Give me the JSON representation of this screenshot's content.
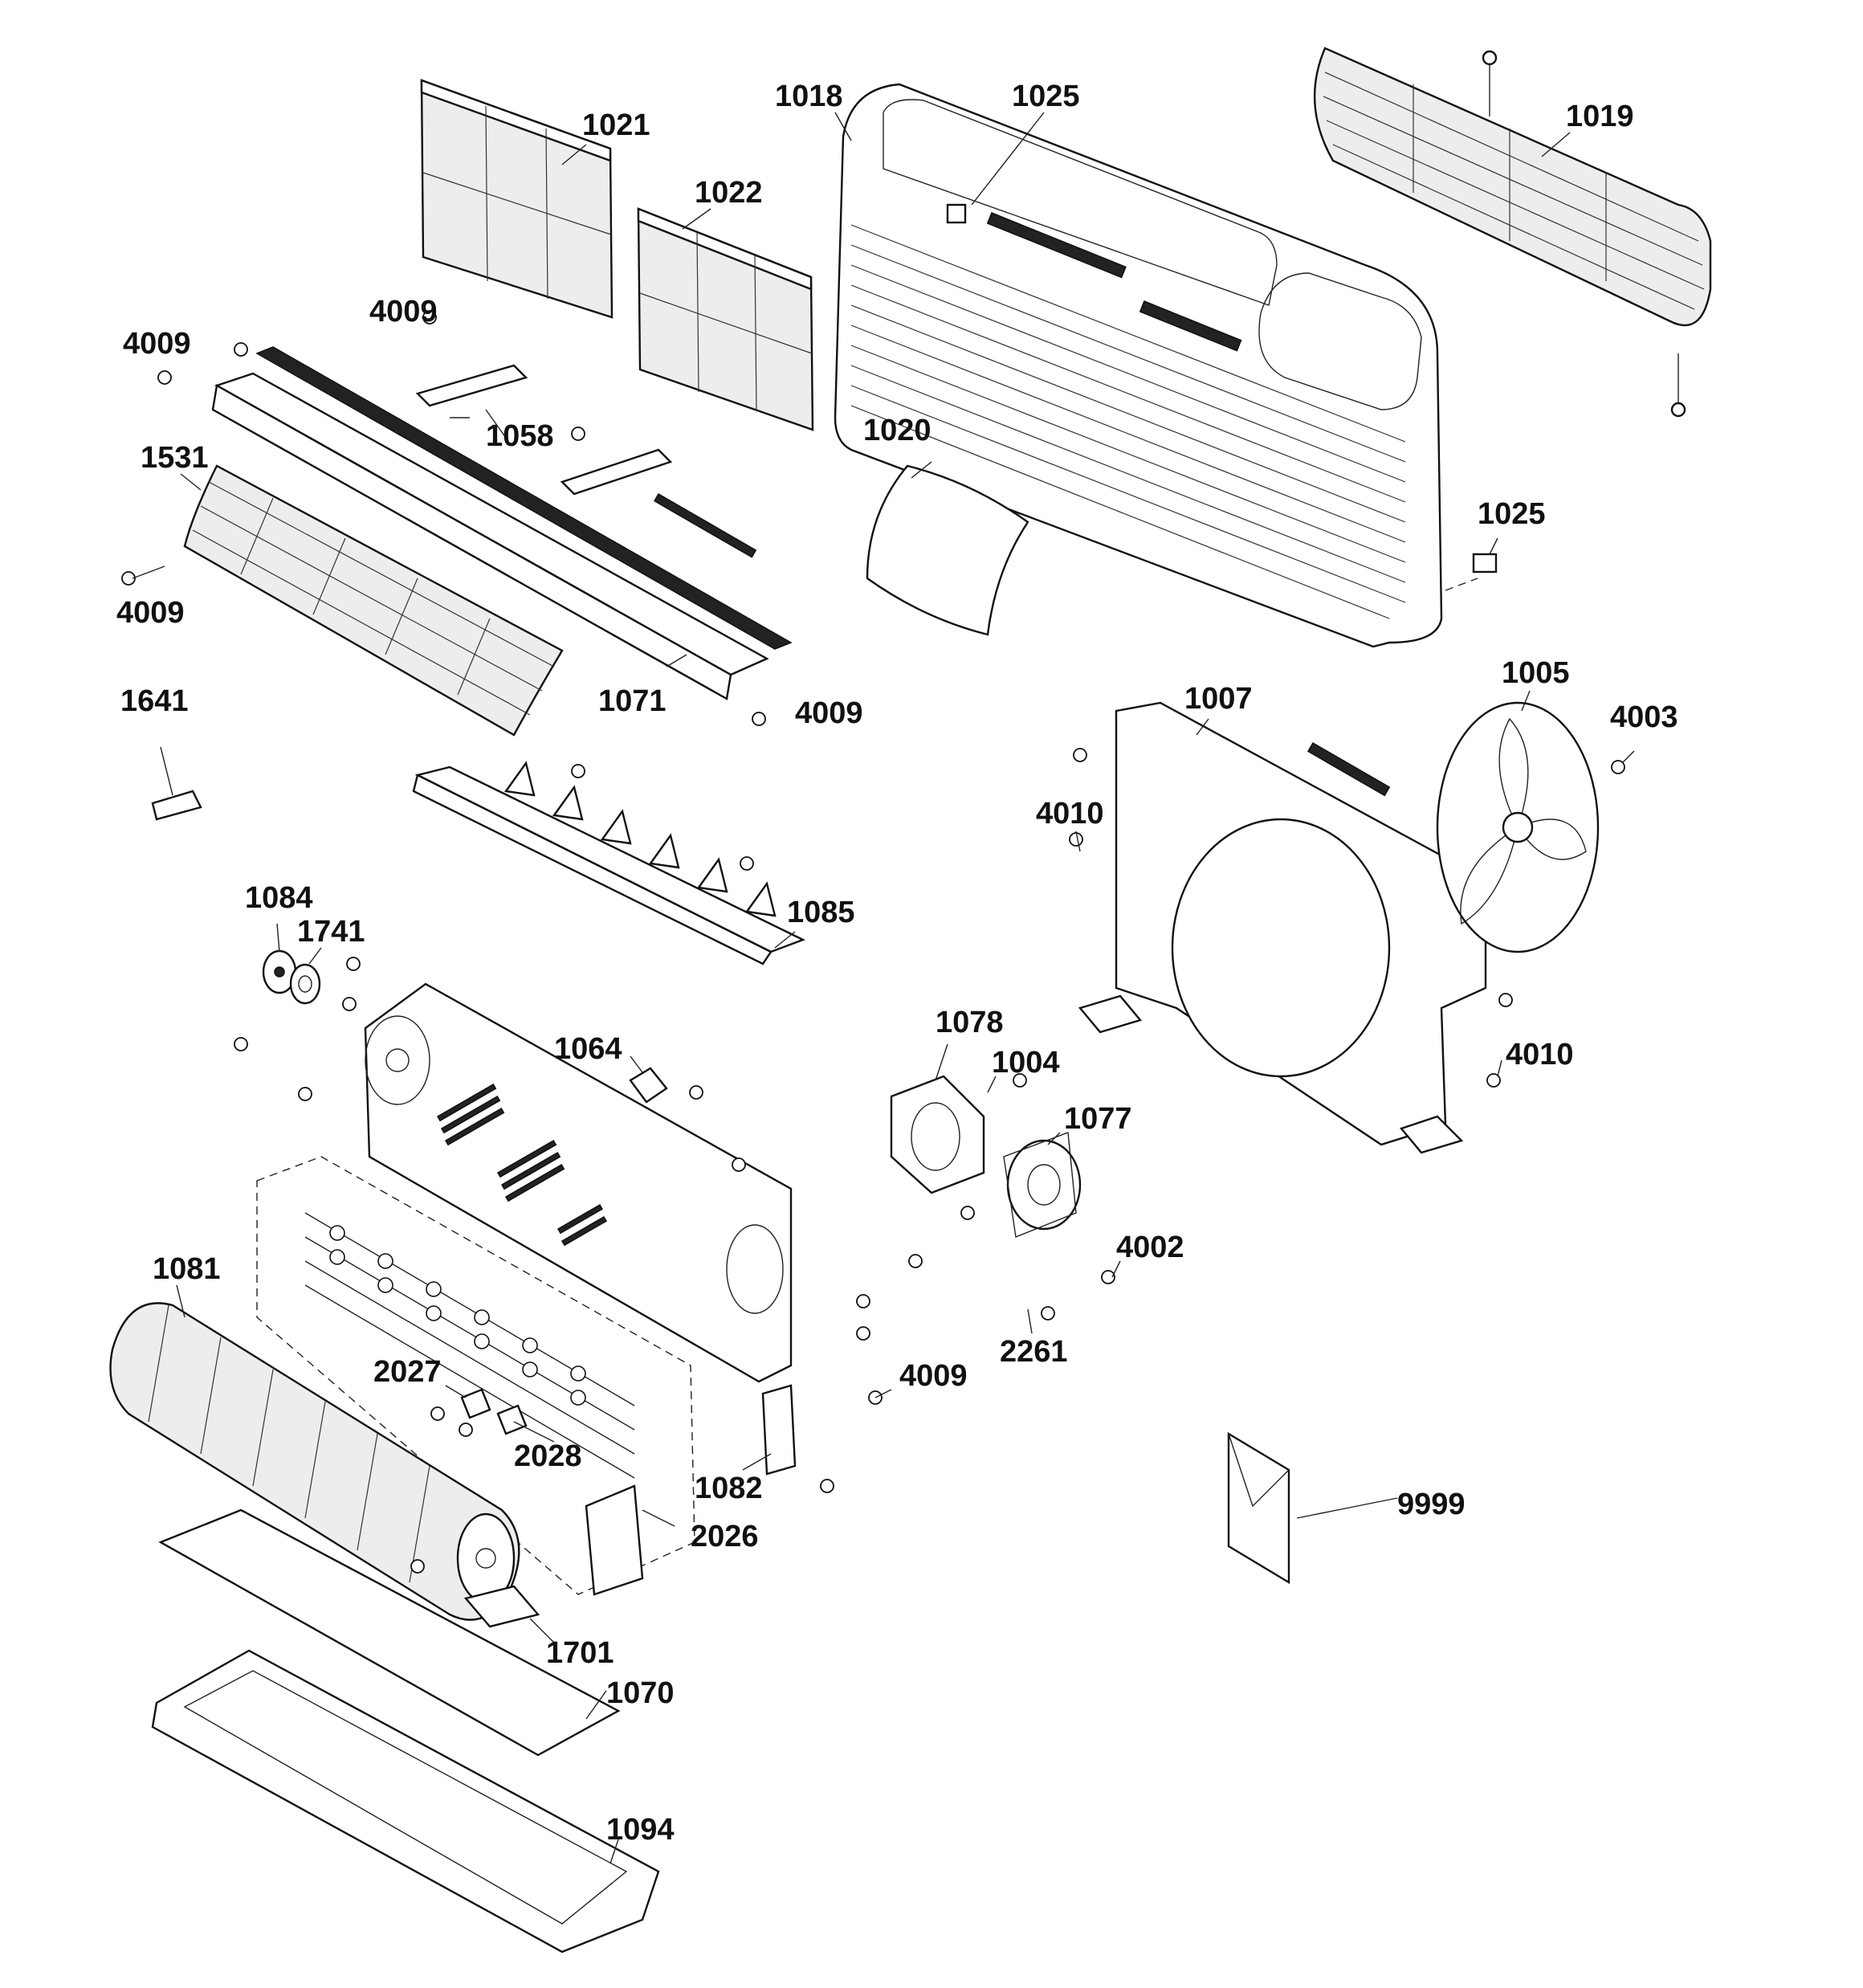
{
  "diagram": {
    "callouts": [
      {
        "key": "c1021a",
        "text": "1021"
      },
      {
        "key": "c1022",
        "text": "1022"
      },
      {
        "key": "c1018",
        "text": "1018"
      },
      {
        "key": "c1025a",
        "text": "1025"
      },
      {
        "key": "c1019",
        "text": "1019"
      },
      {
        "key": "c4009a",
        "text": "4009"
      },
      {
        "key": "c4009b",
        "text": "4009"
      },
      {
        "key": "c1058",
        "text": "1058"
      },
      {
        "key": "c1020",
        "text": "1020"
      },
      {
        "key": "c1531",
        "text": "1531"
      },
      {
        "key": "c1025b",
        "text": "1025"
      },
      {
        "key": "c4009c",
        "text": "4009"
      },
      {
        "key": "c1071",
        "text": "1071"
      },
      {
        "key": "c4009d",
        "text": "4009"
      },
      {
        "key": "c1641",
        "text": "1641"
      },
      {
        "key": "c1005",
        "text": "1005"
      },
      {
        "key": "c1007",
        "text": "1007"
      },
      {
        "key": "c4003",
        "text": "4003"
      },
      {
        "key": "c4010a",
        "text": "4010"
      },
      {
        "key": "c1084",
        "text": "1084"
      },
      {
        "key": "c1741",
        "text": "1741"
      },
      {
        "key": "c1085",
        "text": "1085"
      },
      {
        "key": "c1078",
        "text": "1078"
      },
      {
        "key": "c1064",
        "text": "1064"
      },
      {
        "key": "c1004",
        "text": "1004"
      },
      {
        "key": "c4010b",
        "text": "4010"
      },
      {
        "key": "c1077",
        "text": "1077"
      },
      {
        "key": "c4002",
        "text": "4002"
      },
      {
        "key": "c1081",
        "text": "1081"
      },
      {
        "key": "c2261",
        "text": "2261"
      },
      {
        "key": "c2027",
        "text": "2027"
      },
      {
        "key": "c4009e",
        "text": "4009"
      },
      {
        "key": "c2028",
        "text": "2028"
      },
      {
        "key": "c1082",
        "text": "1082"
      },
      {
        "key": "c9999",
        "text": "9999"
      },
      {
        "key": "c2026",
        "text": "2026"
      },
      {
        "key": "c1701",
        "text": "1701"
      },
      {
        "key": "c1070",
        "text": "1070"
      },
      {
        "key": "c1094",
        "text": "1094"
      }
    ]
  }
}
